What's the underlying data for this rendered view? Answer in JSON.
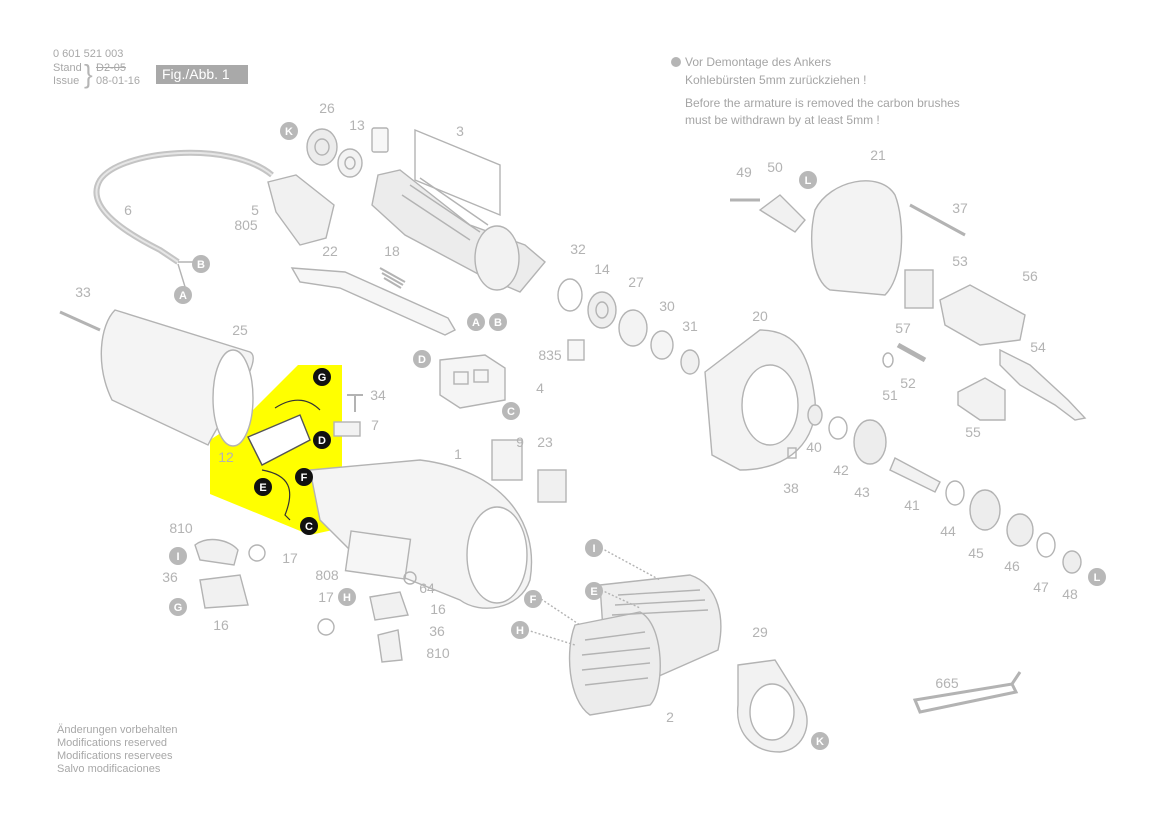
{
  "header": {
    "part_number": "0 601 521 003",
    "stand_label": "Stand",
    "stand_value": "D2-05",
    "issue_label": "Issue",
    "issue_value": "08-01-16",
    "figure_label": "Fig./Abb. 1"
  },
  "notes": {
    "de_line1": "Vor Demontage des Ankers",
    "de_line2": "Kohlebürsten 5mm zurückziehen !",
    "en_line1": "Before the armature is removed the carbon brushes",
    "en_line2": "must be withdrawn by at least 5mm !"
  },
  "footer": {
    "line1": "Änderungen vorbehalten",
    "line2": "Modifications reserved",
    "line3": "Modifications reservees",
    "line4": "Salvo modificaciones"
  },
  "part_labels": [
    "26",
    "13",
    "3",
    "6",
    "5",
    "805",
    "22",
    "18",
    "32",
    "14",
    "27",
    "30",
    "31",
    "33",
    "25",
    "835",
    "4",
    "34",
    "7",
    "12",
    "9",
    "23",
    "1",
    "49",
    "50",
    "21",
    "37",
    "53",
    "56",
    "57",
    "52",
    "51",
    "54",
    "55",
    "20",
    "40",
    "42",
    "43",
    "41",
    "38",
    "44",
    "45",
    "46",
    "47",
    "48",
    "810",
    "36",
    "17",
    "16",
    "808",
    "64",
    "29",
    "2",
    "665"
  ],
  "connector_letters": [
    "K",
    "B",
    "A",
    "D",
    "C",
    "G",
    "E",
    "F",
    "I",
    "H",
    "L"
  ],
  "highlight_color": "#ffff00",
  "line_color": "#b3b3b3",
  "badge_color": "#b8b8b8"
}
